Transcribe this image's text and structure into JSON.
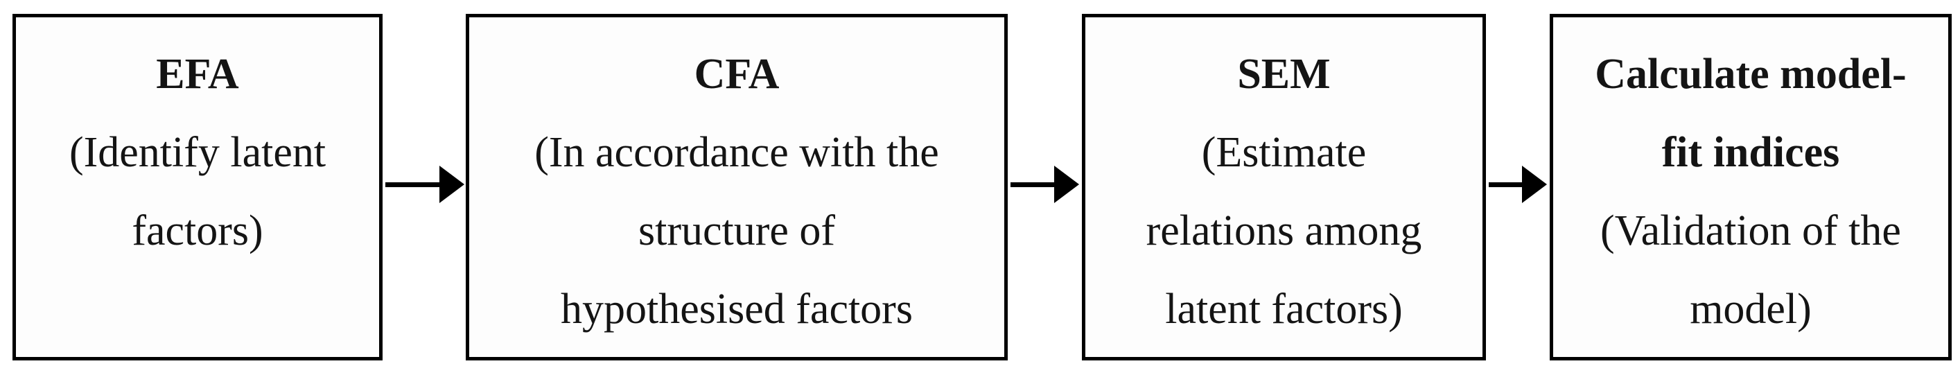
{
  "figure": {
    "description": "Four-step statistical modelling flowchart",
    "colors": {
      "background": "#ffffff",
      "box_border": "#000000",
      "text": "#141414",
      "arrow": "#000000"
    }
  },
  "flowchart": {
    "boxes": [
      {
        "id": "efa",
        "title_lines": [
          "EFA"
        ],
        "desc_lines": [
          "(Identify latent",
          "factors)"
        ]
      },
      {
        "id": "cfa",
        "title_lines": [
          "CFA"
        ],
        "desc_lines": [
          "(In accordance with the",
          "structure of",
          "hypothesised factors"
        ]
      },
      {
        "id": "sem",
        "title_lines": [
          "SEM"
        ],
        "desc_lines": [
          "(Estimate",
          "relations among",
          "latent factors)"
        ]
      },
      {
        "id": "model-fit",
        "title_lines": [
          "Calculate model-",
          "fit indices"
        ],
        "desc_lines": [
          "(Validation of the",
          "model)"
        ]
      }
    ],
    "connectors": [
      {
        "icon": "arrow-right-icon"
      },
      {
        "icon": "arrow-right-icon"
      },
      {
        "icon": "arrow-right-icon"
      }
    ]
  }
}
